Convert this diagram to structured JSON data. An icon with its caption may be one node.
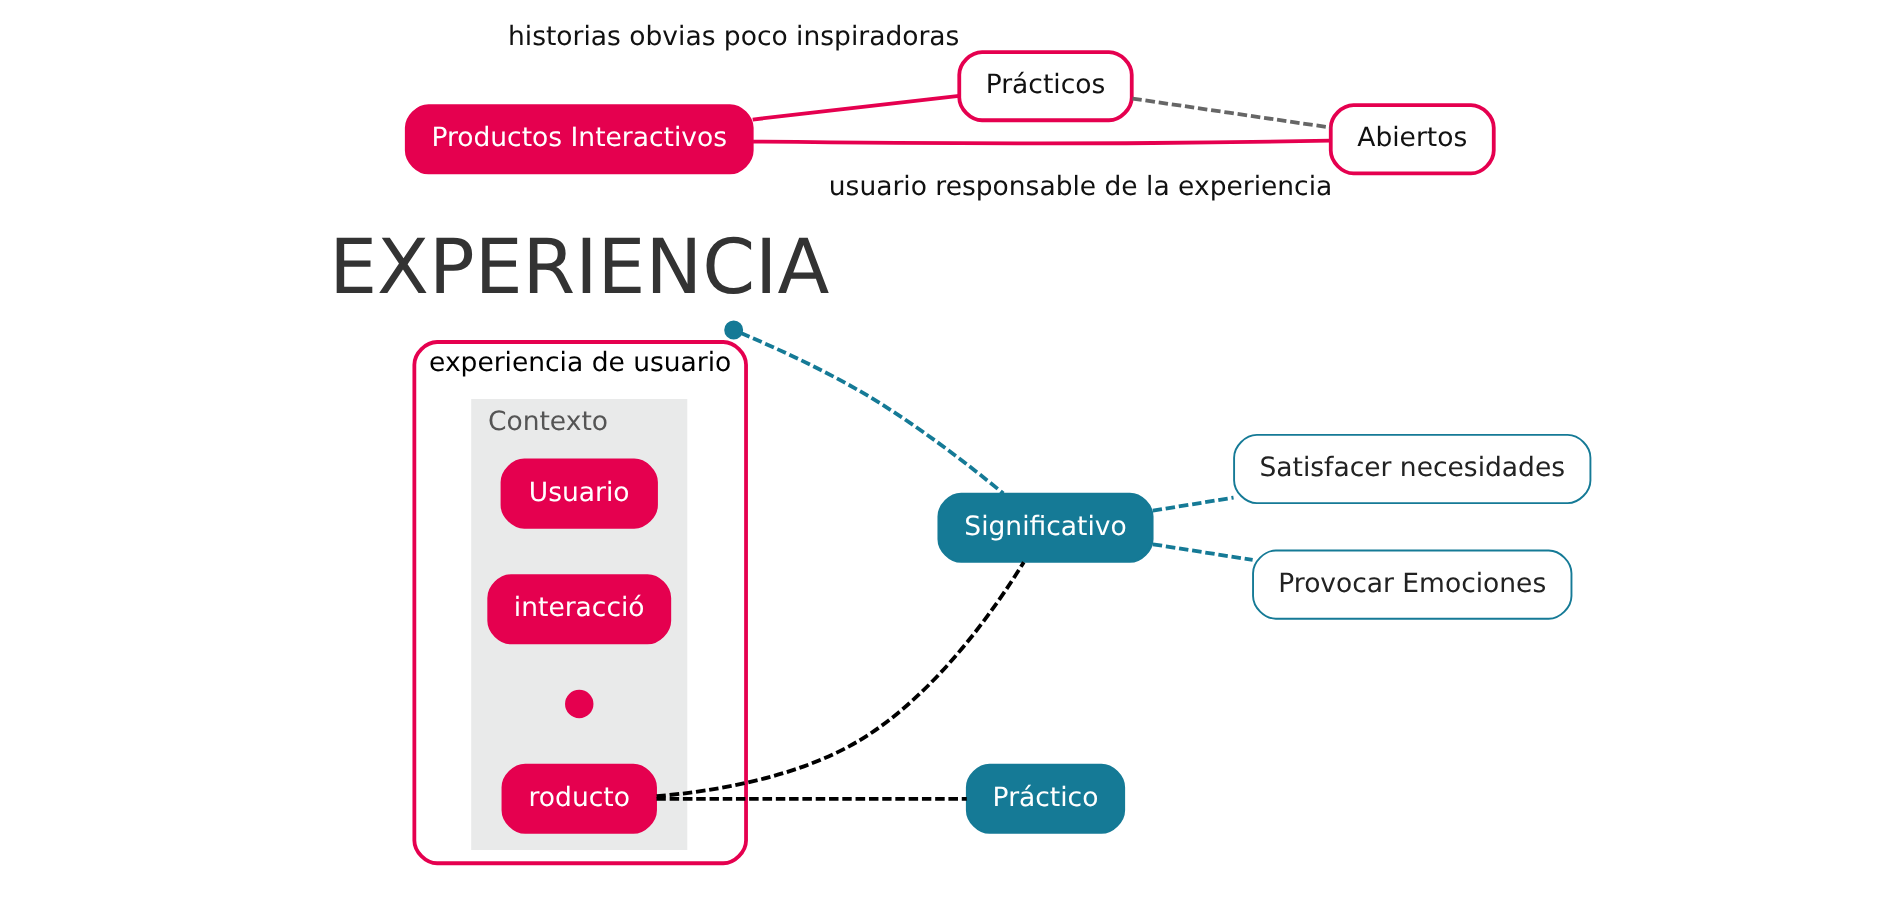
{
  "diagram": {
    "nodes": [
      {
        "text": [
          "EXPERIENCIA"
        ]
      },
      {
        "text": [
          "experiencia de usuario"
        ]
      },
      {
        "text": [
          "Contexto"
        ],
        "in": 1
      },
      {
        "text": [
          "Usuario"
        ],
        "in": 2
      },
      {
        "text": [
          "interacció"
        ],
        "in": 2
      },
      {
        "text": [],
        "shape": "circle",
        "in": 2
      },
      {
        "text": [
          "roducto"
        ],
        "in": 2
      },
      {
        "text": [
          "Productos Interactivos"
        ]
      },
      {
        "text": [
          "Significativo"
        ]
      },
      {
        "text": [
          "Práctico"
        ]
      },
      {
        "text": [
          "Satisfacer necesidades"
        ]
      },
      {
        "text": [
          "Provocar Emociones"
        ]
      },
      {
        "text": [
          "Prácticos"
        ],
        "beside": [
          "historias obvias poco inspiradoras"
        ]
      },
      {
        "text": [
          "Abiertos"
        ],
        "beside": [
          "usuario responsable de la experiencia"
        ]
      }
    ],
    "edges": [
      {
        "from": 0,
        "to": 8,
        "arrow": "other",
        "style": "dashed",
        "color": "#157a96"
      },
      {
        "from": 6,
        "to": 8,
        "arrow": "none",
        "style": "dashed",
        "color": "#000000"
      },
      {
        "from": 6,
        "to": 9,
        "arrow": "none",
        "style": "dashed",
        "color": "#000000"
      },
      {
        "from": 8,
        "to": 10,
        "arrow": "none",
        "style": "dashed",
        "color": "#157a96"
      },
      {
        "from": 8,
        "to": 11,
        "arrow": "none",
        "style": "dashed",
        "color": "#157a96"
      },
      {
        "from": 7,
        "to": 12,
        "arrow": "none",
        "color": "#e5004f"
      },
      {
        "from": 7,
        "to": 13,
        "arrow": "none",
        "color": "#e5004f"
      },
      {
        "from": 12,
        "to": 13,
        "arrow": "none",
        "style": "dashed",
        "color": "#666666"
      }
    ]
  }
}
